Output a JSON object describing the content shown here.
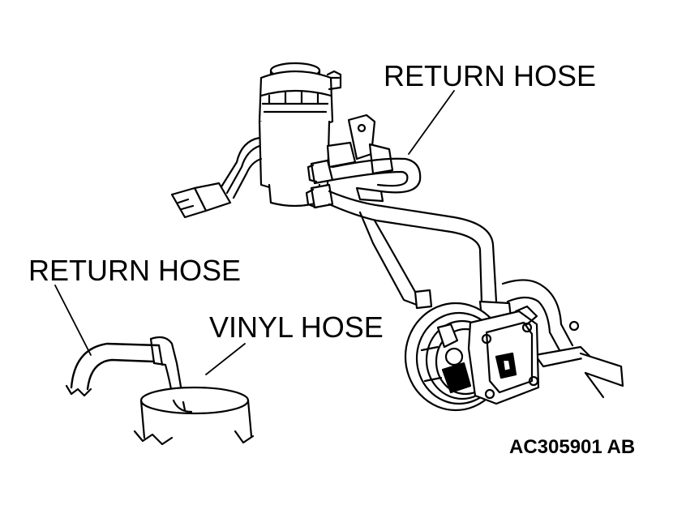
{
  "labels": {
    "return_hose_top": "RETURN HOSE",
    "return_hose_left": "RETURN HOSE",
    "vinyl_hose": "VINYL HOSE"
  },
  "figure_code": "AC305901 AB",
  "colors": {
    "line": "#000000",
    "background": "#ffffff"
  }
}
